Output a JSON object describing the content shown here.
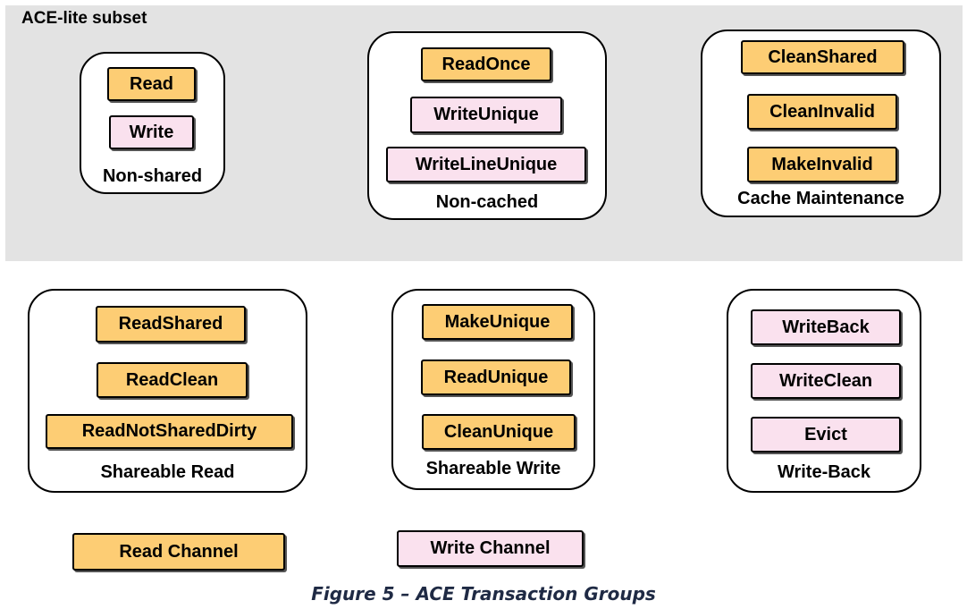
{
  "lite_subset": {
    "title": "ACE-lite subset"
  },
  "groups": {
    "non_shared": {
      "label": "Non-shared",
      "items": [
        "Read",
        "Write"
      ]
    },
    "non_cached": {
      "label": "Non-cached",
      "items": [
        "ReadOnce",
        "WriteUnique",
        "WriteLineUnique"
      ]
    },
    "cache_maintenance": {
      "label": "Cache Maintenance",
      "items": [
        "CleanShared",
        "CleanInvalid",
        "MakeInvalid"
      ]
    },
    "shareable_read": {
      "label": "Shareable Read",
      "items": [
        "ReadShared",
        "ReadClean",
        "ReadNotSharedDirty"
      ]
    },
    "shareable_write": {
      "label": "Shareable Write",
      "items": [
        "MakeUnique",
        "ReadUnique",
        "CleanUnique"
      ]
    },
    "write_back": {
      "label": "Write-Back",
      "items": [
        "WriteBack",
        "WriteClean",
        "Evict"
      ]
    }
  },
  "legend": {
    "read_channel": "Read Channel",
    "write_channel": "Write Channel"
  },
  "caption": "Figure 5 – ACE Transaction Groups",
  "colors": {
    "read_channel": "#fdcd74",
    "write_channel": "#fae1ee",
    "lite_background": "#e3e3e3"
  }
}
